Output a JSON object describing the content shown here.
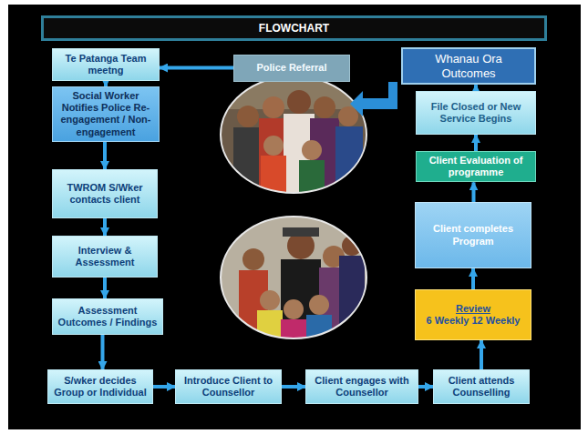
{
  "diagram": {
    "title": "FLOWCHART",
    "nodes": [
      {
        "text": [
          "Te Patanga Team meetng"
        ]
      },
      {
        "text": [
          "Police Referral"
        ]
      },
      {
        "text": [
          "Whanau Ora Outcomes"
        ]
      },
      {
        "text": [
          "Social Worker Notifies Police Re- engagement / Non-engagement"
        ]
      },
      {
        "text": [
          "File Closed or New Service Begins"
        ]
      },
      {
        "text": [
          "TWROM S/Wker contacts client"
        ]
      },
      {
        "text": [
          "Client Evaluation of programme"
        ]
      },
      {
        "text": [
          "Interview & Assessment"
        ]
      },
      {
        "text": [
          "Client completes Program"
        ]
      },
      {
        "text": [
          "Assessment Outcomes / Findings"
        ]
      },
      {
        "text": [
          "Review",
          "6 Weekly 12 Weekly"
        ]
      },
      {
        "text": [
          "S/wker decides Group or Individual"
        ]
      },
      {
        "text": [
          "Introduce Client to Counsellor"
        ]
      },
      {
        "text": [
          "Client engages with Counsellor"
        ]
      },
      {
        "text": [
          "Client attends Counselling"
        ]
      }
    ],
    "edges": [
      {
        "from": 1,
        "to": 0,
        "arrow": "to"
      },
      {
        "from": 0,
        "to": 3,
        "arrow": "to"
      },
      {
        "from": 3,
        "to": 5,
        "arrow": "to"
      },
      {
        "from": 5,
        "to": 7,
        "arrow": "to"
      },
      {
        "from": 7,
        "to": 9,
        "arrow": "to"
      },
      {
        "from": 9,
        "to": 11,
        "arrow": "to"
      },
      {
        "from": 11,
        "to": 12,
        "arrow": "to"
      },
      {
        "from": 12,
        "to": 13,
        "arrow": "to"
      },
      {
        "from": 13,
        "to": 14,
        "arrow": "to"
      },
      {
        "from": 14,
        "to": 10,
        "arrow": "to"
      },
      {
        "from": 10,
        "to": 8,
        "arrow": "to"
      },
      {
        "from": 8,
        "to": 6,
        "arrow": "to"
      },
      {
        "from": 6,
        "to": 4,
        "arrow": "to"
      },
      {
        "from": 4,
        "to": 2,
        "arrow": "to"
      }
    ]
  }
}
